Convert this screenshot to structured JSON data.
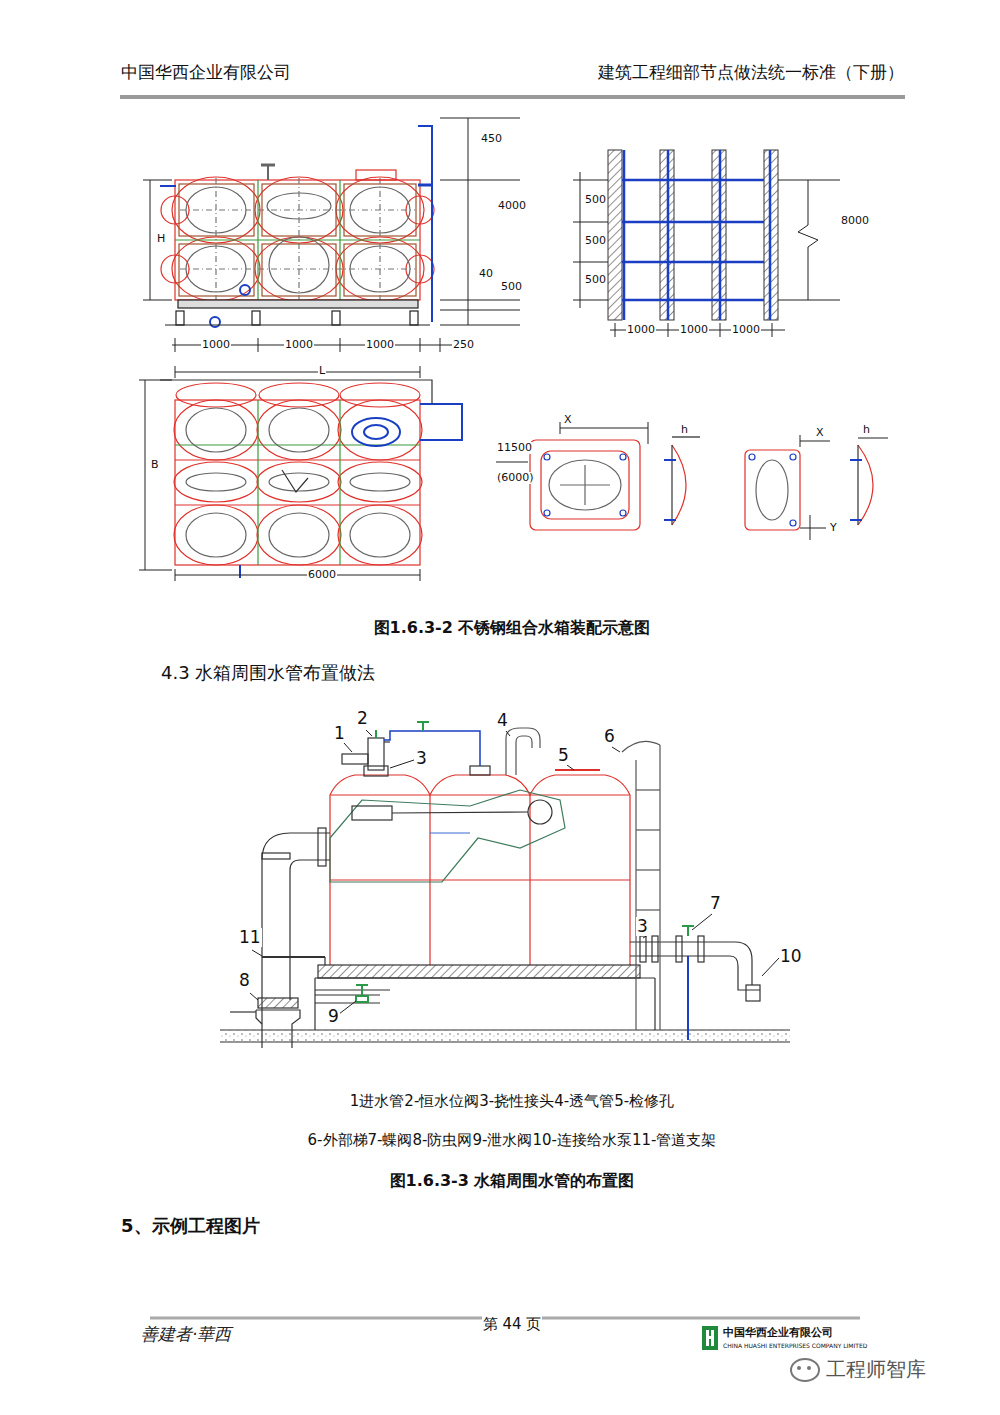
{
  "diagram": {
    "labels": [
      "中国华西企业有限公司",
      "建筑工程细部节点做法统一标准（下册）",
      "450",
      "4000",
      "40",
      "500",
      "H",
      "1000",
      "1000",
      "1000",
      "250",
      "500",
      "500",
      "500",
      "8000",
      "1000",
      "1000",
      "1000",
      "L",
      "B",
      "6000",
      "X",
      "11500",
      "(6000)",
      "h",
      "X",
      "h",
      "Y",
      "图1.6.3-2 不锈钢组合水箱装配示意图",
      "4.3 水箱周围水管布置做法",
      "1",
      "2",
      "3",
      "4",
      "5",
      "6",
      "3",
      "7",
      "10",
      "11",
      "8",
      "9",
      "1进水管2-恒水位阀3-挠性接头4-透气管5-检修孔",
      "6-外部梯7-蝶阀8-防虫网9-泄水阀10-连接给水泵11-管道支架",
      "图1.6.3-3 水箱周围水管的布置图",
      "5、示例工程图片",
      "第 44 页",
      "善建者·華西",
      "中国华西企业有限公司",
      "CHINA HUASHI ENTERPRISES COMPANY LIMITED",
      "工程师智库"
    ]
  }
}
